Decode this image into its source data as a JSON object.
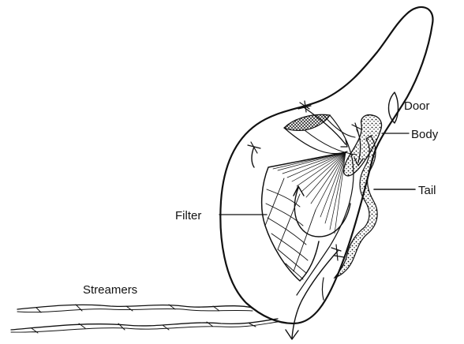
{
  "labels": {
    "door": "Door",
    "body": "Body",
    "tail": "Tail",
    "filter": "Filter",
    "streamers": "Streamers"
  },
  "colors": {
    "ink": "#111111",
    "background": "#ffffff"
  }
}
